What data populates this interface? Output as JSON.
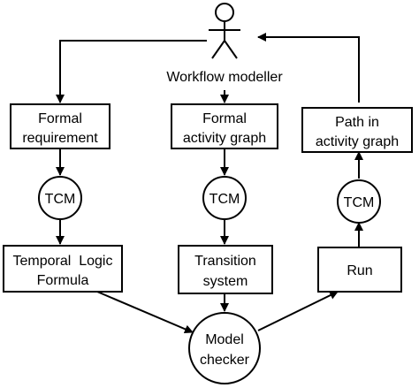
{
  "actor": {
    "label": "Workflow modeller"
  },
  "nodes": {
    "formal_requirement": [
      "Formal",
      "requirement"
    ],
    "formal_activity_graph": [
      "Formal",
      "activity graph"
    ],
    "path_in_activity_graph": [
      "Path in",
      "activity graph"
    ],
    "tcm_left": "TCM",
    "tcm_middle": "TCM",
    "tcm_right": "TCM",
    "temporal_logic_formula": [
      "Temporal  Logic",
      "Formula"
    ],
    "transition_system": [
      "Transition",
      "system"
    ],
    "run": "Run",
    "model_checker": [
      "Model",
      "checker"
    ]
  }
}
